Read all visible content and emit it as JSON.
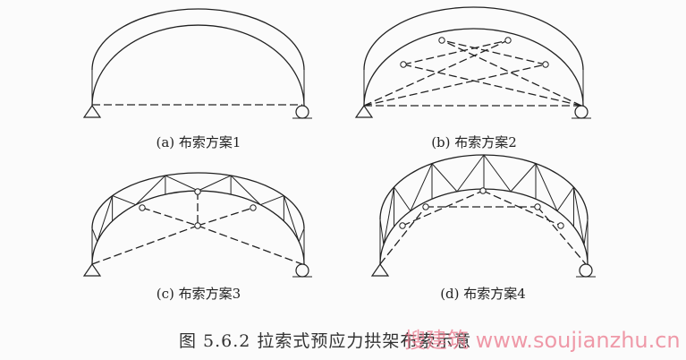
{
  "figure": {
    "panels": [
      {
        "label": "(a) 布索方案1"
      },
      {
        "label": "(b) 布索方案2"
      },
      {
        "label": "(c) 布索方案3"
      },
      {
        "label": "(d) 布索方案4"
      }
    ],
    "caption": "图 5.6.2   拉索式预应力拱架布索示意",
    "watermark": "搜建筑 www.soujianzhu.cn"
  }
}
